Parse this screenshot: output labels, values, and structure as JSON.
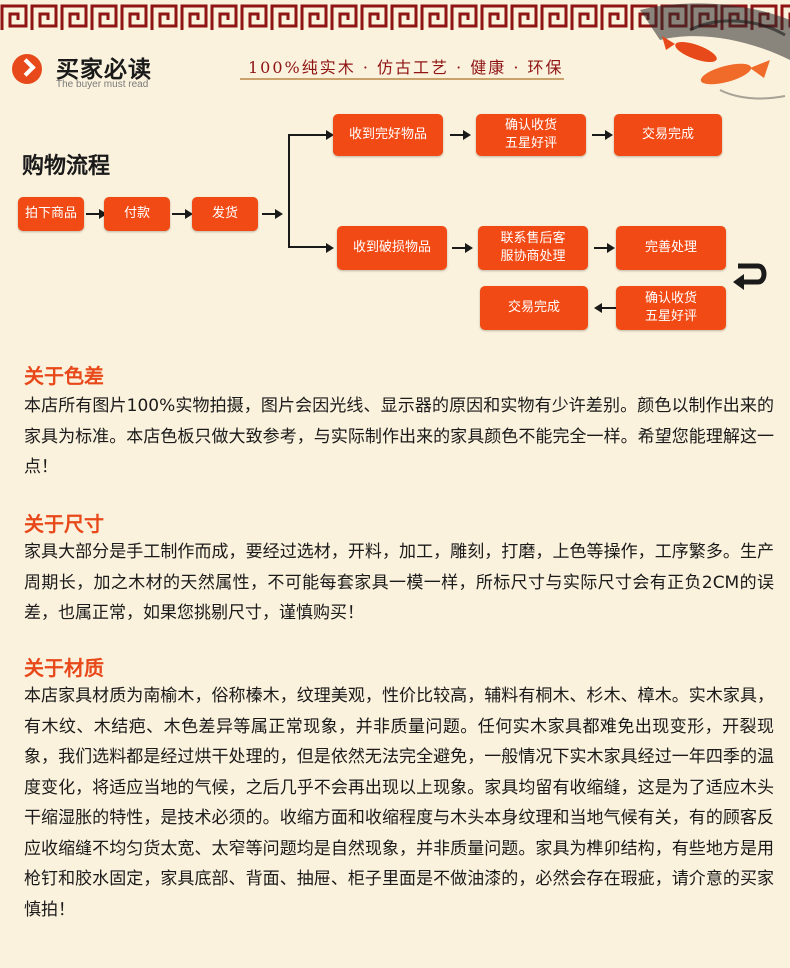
{
  "header": {
    "logo_title": "买家必读",
    "logo_subtitle": "The buyer must read",
    "slogan": "100%纯实木 · 仿古工艺 · 健康 · 环保",
    "colors": {
      "accent": "#f24a14",
      "dark_red": "#8f1414",
      "background": "#fbf2dd"
    }
  },
  "flow": {
    "title": "购物流程",
    "steps": [
      "拍下商品",
      "付款",
      "发货"
    ],
    "good_branch": [
      "收到完好物品",
      "确认收货\n五星好评",
      "交易完成"
    ],
    "damaged_branch": [
      "收到破损物品",
      "联系售后客\n服协商处理",
      "完善处理"
    ],
    "damaged_return": [
      "确认收货\n五星好评",
      "交易完成"
    ]
  },
  "sections": [
    {
      "title": "关于色差",
      "body": "本店所有图片100%实物拍摄，图片会因光线、显示器的原因和实物有少许差别。颜色以制作出来的家具为标准。本店色板只做大致参考，与实际制作出来的家具颜色不能完全一样。希望您能理解这一点！"
    },
    {
      "title": "关于尺寸",
      "body": "家具大部分是手工制作而成，要经过选材，开料，加工，雕刻，打磨，上色等操作，工序繁多。生产周期长，加之木材的天然属性，不可能每套家具一模一样，所标尺寸与实际尺寸会有正负2CM的误差，也属正常，如果您挑剔尺寸，谨慎购买！"
    },
    {
      "title": "关于材质",
      "body": "本店家具材质为南榆木，俗称榛木，纹理美观，性价比较高，辅料有桐木、杉木、樟木。实木家具，有木纹、木结疤、木色差异等属正常现象，并非质量问题。任何实木家具都难免出现变形，开裂现象，我们选料都是经过烘干处理的，但是依然无法完全避免，一般情况下实木家具经过一年四季的温度变化，将适应当地的气候，之后几乎不会再出现以上现象。家具均留有收缩缝，这是为了适应木头干缩湿胀的特性，是技术必须的。收缩方面和收缩程度与木头本身纹理和当地气候有关，有的顾客反应收缩缝不均匀货太宽、太窄等问题均是自然现象，并非质量问题。家具为榫卯结构，有些地方是用枪钉和胶水固定，家具底部、背面、抽屉、柜子里面是不做油漆的，必然会存在瑕疵，请介意的买家慎拍！"
    }
  ]
}
